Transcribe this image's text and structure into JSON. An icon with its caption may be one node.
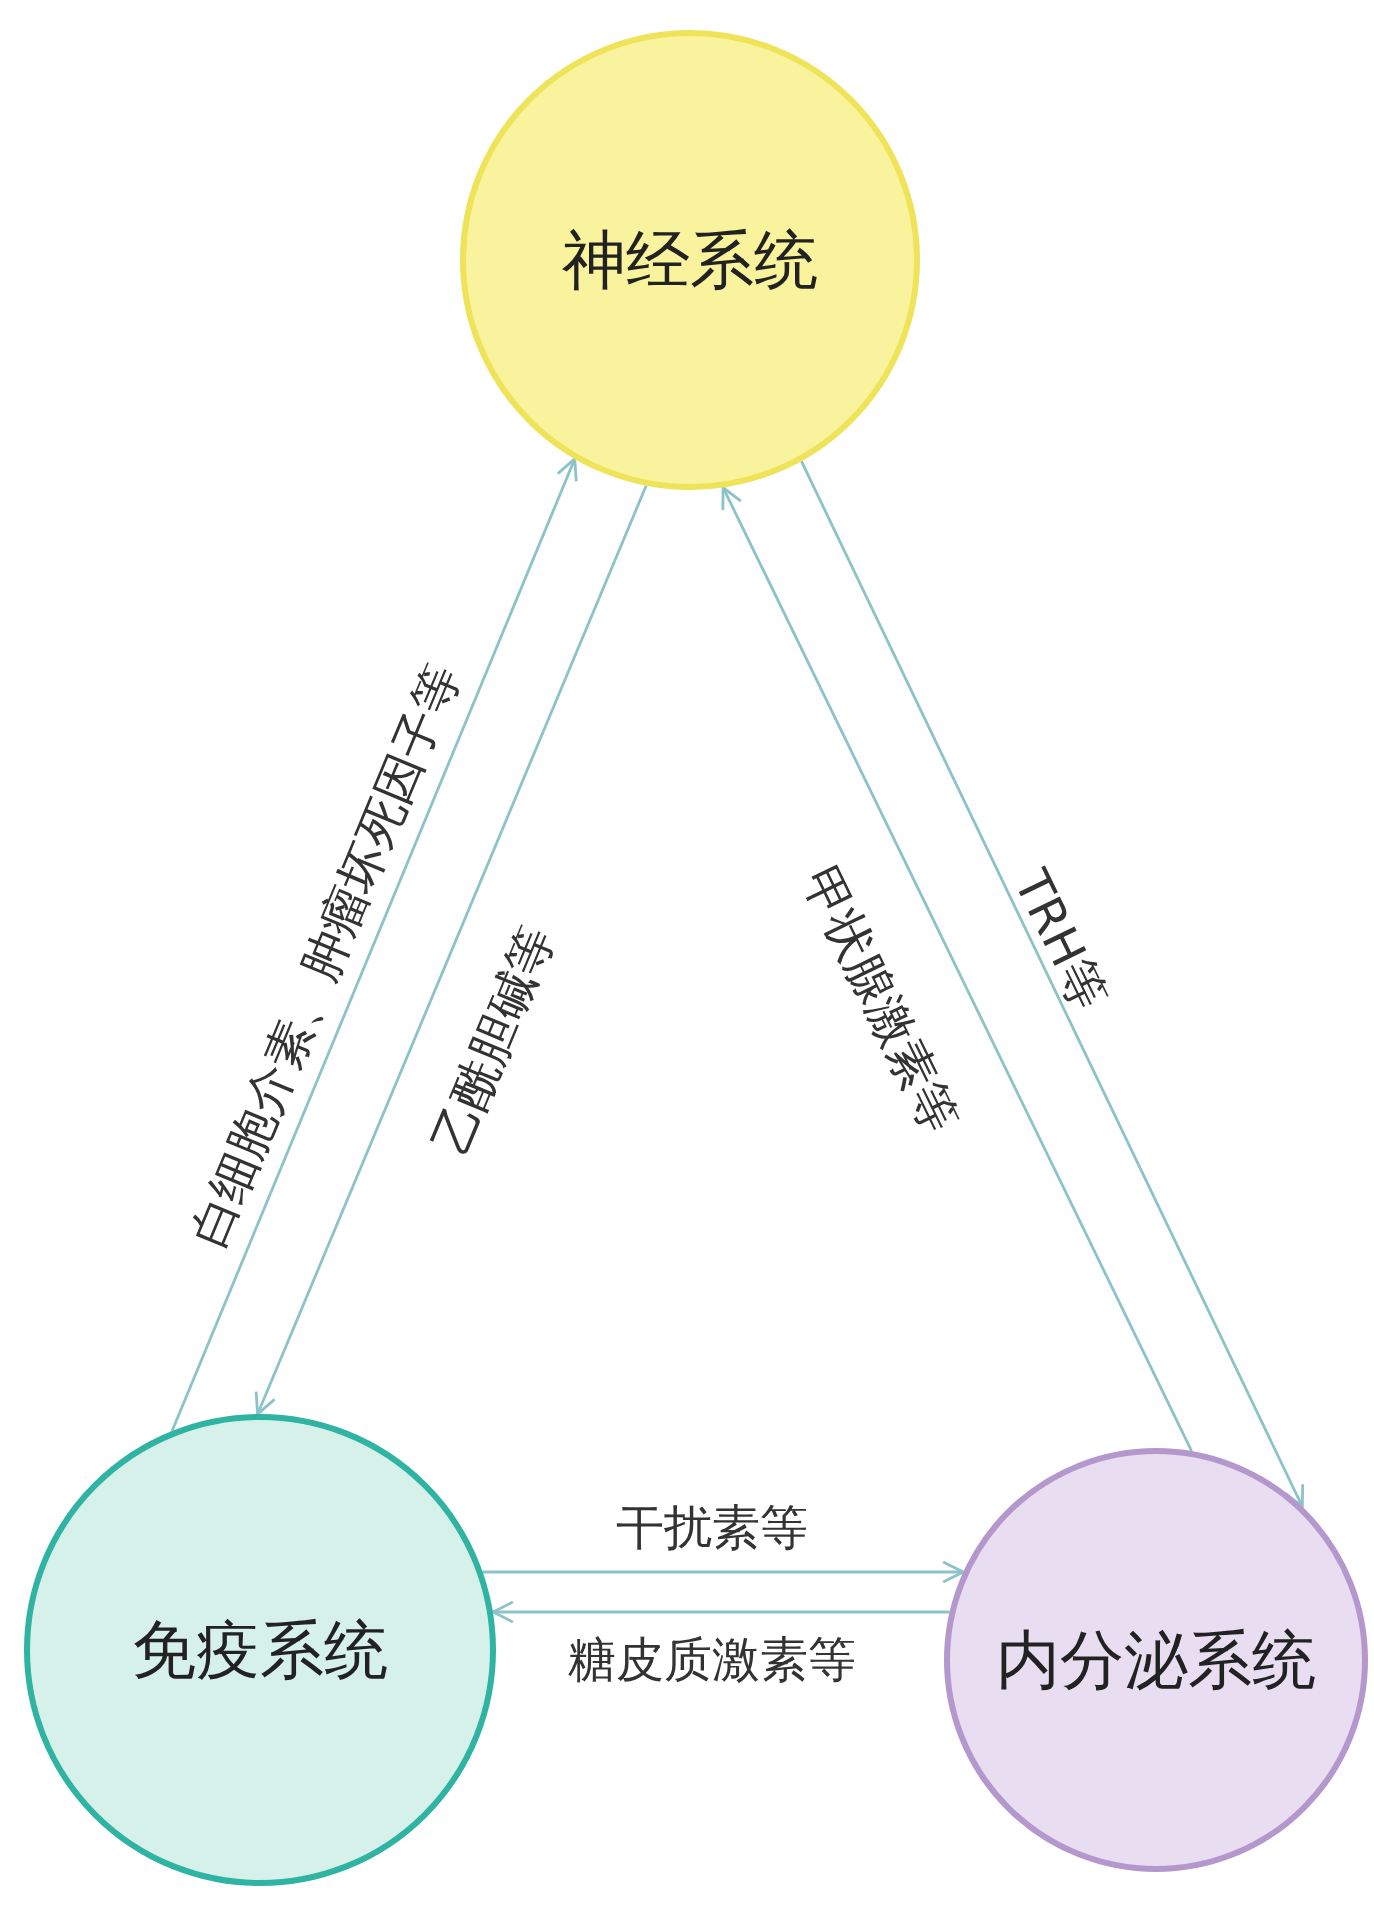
{
  "diagram": {
    "nodes": [
      {
        "text": [
          "神经系统"
        ]
      },
      {
        "text": [
          "免疫系统"
        ]
      },
      {
        "text": [
          "内分泌系统"
        ]
      }
    ],
    "edges": [
      {
        "from": 1,
        "to": 0,
        "arrow": "to",
        "label": "白细胞介素、肿瘤坏死因子等"
      },
      {
        "from": 0,
        "to": 1,
        "arrow": "to",
        "label": "乙酰胆碱等"
      },
      {
        "from": 2,
        "to": 0,
        "arrow": "to",
        "label": "甲状腺激素等"
      },
      {
        "from": 0,
        "to": 2,
        "arrow": "to",
        "label": "TRH等"
      },
      {
        "from": 1,
        "to": 2,
        "arrow": "to",
        "label": "干扰素等"
      },
      {
        "from": 2,
        "to": 1,
        "arrow": "to",
        "label": "糖皮质激素等"
      }
    ]
  }
}
